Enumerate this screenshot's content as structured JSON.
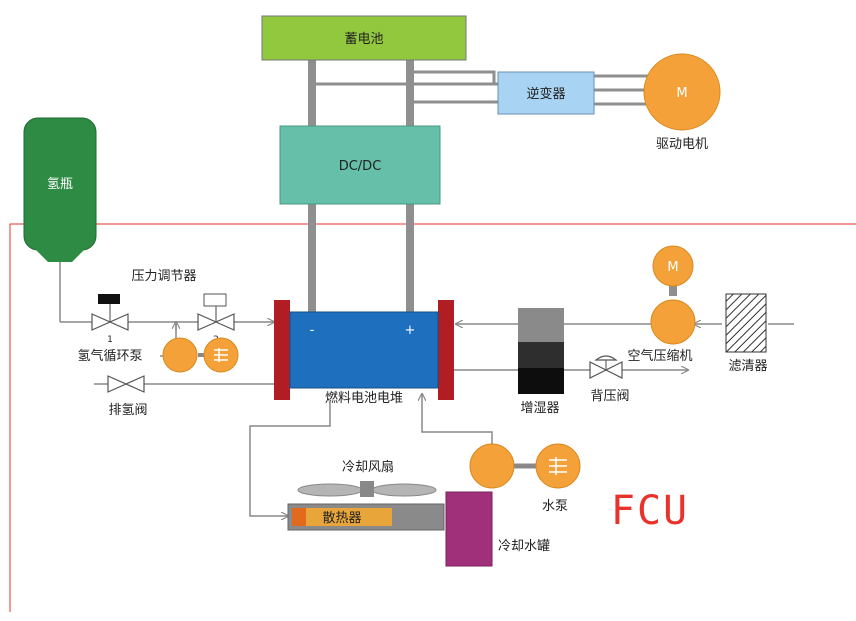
{
  "labels": {
    "battery": "蓄电池",
    "inverter": "逆变器",
    "motor_symbol": "M",
    "drive_motor": "驱动电机",
    "dcdc": "DC/DC",
    "hydrogen_tank": "氢瓶",
    "pressure_regulator": "压力调节器",
    "valve_1": "1",
    "valve_2": "2",
    "hydrogen_recirc_pump": "氢气循环泵",
    "purge_valve": "排氢阀",
    "minus": "-",
    "plus": "+",
    "fuel_cell_stack": "燃料电池电堆",
    "humidifier": "增湿器",
    "back_pressure_valve": "背压阀",
    "air_compressor": "空气压缩机",
    "filter": "滤清器",
    "cooling_fan": "冷却风扇",
    "radiator": "散热器",
    "water_pump": "水泵",
    "coolant_tank": "冷却水罐",
    "fcu": "FCU"
  },
  "colors": {
    "battery": "#92c83e",
    "dcdc": "#66bfa8",
    "inverter": "#a9d3f2",
    "motor": "#f4a13a",
    "hydrogen_tank": "#2e8b43",
    "stack": "#1f6fbf",
    "end_plate": "#b01e23",
    "radiator": "#e8a63a",
    "coolant_tank": "#a1307a",
    "boundary": "#e8322b"
  }
}
